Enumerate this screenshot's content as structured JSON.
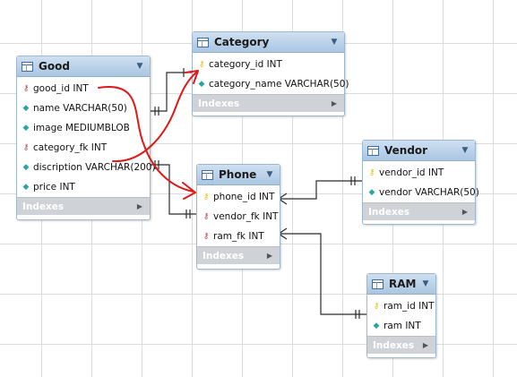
{
  "tables": {
    "good": {
      "name": "Good",
      "columns": [
        {
          "text": "good_id INT",
          "kind": "pk-fk"
        },
        {
          "text": "name VARCHAR(50)",
          "kind": "col"
        },
        {
          "text": "image MEDIUMBLOB",
          "kind": "col"
        },
        {
          "text": "category_fk INT",
          "kind": "fk"
        },
        {
          "text": "discription VARCHAR(200)",
          "kind": "col"
        },
        {
          "text": "price INT",
          "kind": "col"
        }
      ],
      "indexes_label": "Indexes"
    },
    "category": {
      "name": "Category",
      "columns": [
        {
          "text": "category_id INT",
          "kind": "pk"
        },
        {
          "text": "category_name VARCHAR(50)",
          "kind": "col"
        }
      ],
      "indexes_label": "Indexes"
    },
    "phone": {
      "name": "Phone",
      "columns": [
        {
          "text": "phone_id INT",
          "kind": "pk"
        },
        {
          "text": "vendor_fk INT",
          "kind": "fk"
        },
        {
          "text": "ram_fk INT",
          "kind": "fk"
        }
      ],
      "indexes_label": "Indexes"
    },
    "vendor": {
      "name": "Vendor",
      "columns": [
        {
          "text": "vendor_id INT",
          "kind": "pk"
        },
        {
          "text": "vendor VARCHAR(50)",
          "kind": "col"
        }
      ],
      "indexes_label": "Indexes"
    },
    "ram": {
      "name": "RAM",
      "columns": [
        {
          "text": "ram_id INT",
          "kind": "pk"
        },
        {
          "text": "ram INT",
          "kind": "col"
        }
      ],
      "indexes_label": "Indexes"
    }
  },
  "icons": {
    "table": "table-icon",
    "primary_key": "key-icon",
    "foreign_key": "red-key-icon",
    "column": "diamond-icon",
    "collapse": "caret-down-icon",
    "indexes_expand": "caret-right-icon"
  },
  "colors": {
    "header": "#b9d1ea",
    "indexes_bar": "#cfd2d6",
    "connector": "#2b2b2b",
    "annotation": "#e01818",
    "grid": "#dcdcdc"
  }
}
